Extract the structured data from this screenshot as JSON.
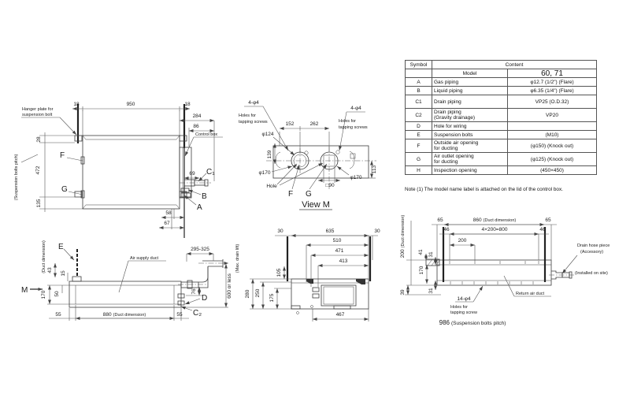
{
  "table": {
    "header_symbol": "Symbol",
    "header_content": "Content",
    "model_label": "Model",
    "model_value": "60, 71",
    "rows": [
      {
        "symbol": "A",
        "label": "Gas piping",
        "value": "φ12.7 (1/2\") (Flare)"
      },
      {
        "symbol": "B",
        "label": "Liquid piping",
        "value": "φ6.35 (1/4\") (Flare)"
      },
      {
        "symbol": "C1",
        "label": "Drain piping",
        "value": "VP25 (O.D.32)"
      },
      {
        "symbol": "C2",
        "label": "Drain piping",
        "label2": "(Gravity drainage)",
        "value": "VP20"
      },
      {
        "symbol": "D",
        "label": "Hole for wiring",
        "value": ""
      },
      {
        "symbol": "E",
        "label": "Suspension bolts",
        "value": "(M10)"
      },
      {
        "symbol": "F",
        "label": "Outside air opening",
        "label2": "for ducting",
        "value": "(φ150) (Knock out)"
      },
      {
        "symbol": "G",
        "label": "Air outlet opening",
        "label2": "for ducting",
        "value": "(φ125) (Knock out)"
      },
      {
        "symbol": "H",
        "label": "Inspection opening",
        "value": "(450×450)"
      }
    ],
    "note": "Note (1)  The model name label is attached on the lid of the control box."
  },
  "plan": {
    "hanger_label_1": "Hanger plate for",
    "hanger_label_2": "suspension bolt",
    "d_18l": "18",
    "d_950": "950",
    "d_18r": "18",
    "d_284": "284",
    "d_86": "86",
    "control_box": "Control box",
    "d_69": "69",
    "c1": "C₁",
    "b": "B",
    "a": "A",
    "d_58": "58",
    "d_67": "67",
    "d_28": "28",
    "d_472": "472",
    "d_135": "135",
    "f": "F",
    "g": "G",
    "pitch_note": "(Suspension bolts pitch)"
  },
  "viewm": {
    "tap_l1": "4-φ4",
    "tap_l2": "Holes for",
    "tap_l3": "tapping screws",
    "tap_r1": "4-φ4",
    "tap_r2": "Holes for",
    "tap_r3": "tapping screws",
    "d_152": "152",
    "d_262": "262",
    "d_124": "φ124",
    "d_139": "139",
    "d_170l": "φ170",
    "d_170r": "φ170",
    "d_113": "113",
    "d_90": "□90",
    "hole": "Hole",
    "f": "F",
    "g": "G",
    "title": "View M"
  },
  "front": {
    "e": "E",
    "m": "M",
    "duct_dim": "(Duct dimension)",
    "d_43": "43",
    "d_15": "15",
    "d_170": "170",
    "d_50": "50",
    "air_supply": "Air supply duct",
    "d_295": "295-325",
    "max_drain": "(Max. drain lift)",
    "d_600": "600 or less",
    "d_76": "76",
    "d_label": "D",
    "c2": "C₂",
    "d_55l": "55",
    "d_880": "880",
    "duct_dim2": "(Duct dimension)",
    "d_55r": "55"
  },
  "side": {
    "d_30l": "30",
    "d_635": "635",
    "d_30r": "30",
    "d_510": "510",
    "d_471": "471",
    "d_413": "413",
    "d_105": "105",
    "d_280": "280",
    "d_250": "250",
    "d_175": "175",
    "d_467": "467"
  },
  "rear": {
    "d_65l": "65",
    "d_860": "860",
    "duct_dim2": "(Duct dimension)",
    "d_65r": "65",
    "d_46l": "46",
    "d_800": "4×200=800",
    "d_46r": "46",
    "d_200": "200",
    "duct_dim": "200",
    "duct_dim_b": "(Duct dimension)",
    "d_41": "41",
    "d_31t": "31",
    "d_170": "170",
    "d_31b": "31",
    "d_39": "39",
    "drain1": "Drain hose piece",
    "drain2": "(Accessory)",
    "drain3": "(Installed on site)",
    "return_duct": "Return air duct",
    "tap1": "14-φ4",
    "tap2": "Holes for",
    "tap3": "tapping screw",
    "d_986": "986",
    "pitch_label": "(Suspension bolts pitch)"
  }
}
